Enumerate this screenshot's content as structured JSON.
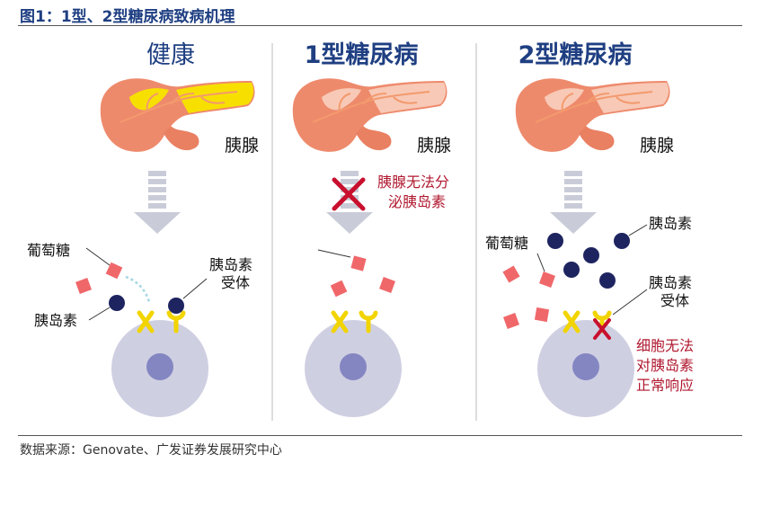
{
  "figure_title": "图1：1型、2型糖尿病致病机理",
  "panels": [
    {
      "heading": "健康",
      "pancreas_label": "胰腺",
      "glucose_label": "葡萄糖",
      "insulin_label": "胰岛素",
      "receptor_label": "胰岛素\n受体"
    },
    {
      "heading": "1型糖尿病",
      "pancreas_label": "胰腺",
      "failure_note": "胰腺无法分\n泌胰岛素"
    },
    {
      "heading": "2型糖尿病",
      "pancreas_label": "胰腺",
      "glucose_label": "葡萄糖",
      "insulin_label": "胰岛素",
      "receptor_label": "胰岛素\n受体",
      "failure_note": "细胞无法\n对胰岛素\n正常响应"
    }
  ],
  "source": "数据来源：Genovate、广发证券发展研究中心",
  "colors": {
    "title": "#1f3f82",
    "heading": "#1f3f82",
    "pancreas": "#ee8a6c",
    "insulin_region_healthy": "#f7e000",
    "insulin_region_faint": "#f8c9b6",
    "glucose": "#f0676a",
    "insulin": "#1e2460",
    "receptor": "#f2d400",
    "cell": "#cfcfe2",
    "nucleus": "#8486c2",
    "warning": "#b0182f",
    "arrow": "#c9ccd8"
  }
}
